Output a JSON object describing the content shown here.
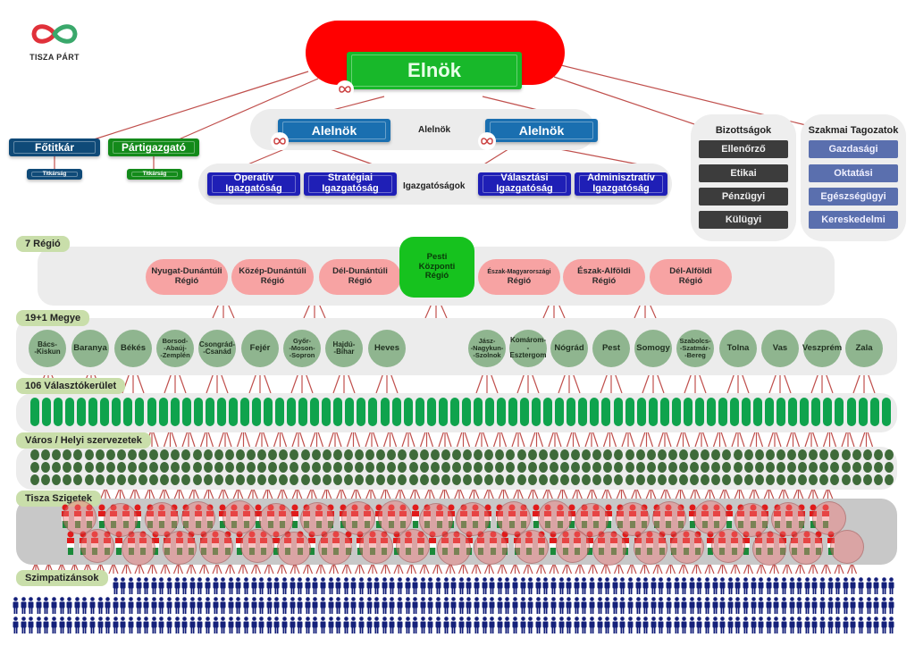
{
  "brand": {
    "name": "TISZA PÁRT",
    "colors": {
      "red": "#e0313a",
      "green": "#3aa86b"
    }
  },
  "top": {
    "president": "Elnök",
    "vice_presidents_label": "Alelnök",
    "vice_presidents": [
      "Alelnök",
      "Alelnök"
    ],
    "secretary_general": "Főtitkár",
    "party_director": "Pártigazgató",
    "secretariat_1": "Titkárság",
    "secretariat_2": "Titkárság",
    "directorates_label": "Igazgatóságok",
    "directorates": [
      {
        "line1": "Operatív",
        "line2": "Igazgatóság"
      },
      {
        "line1": "Stratégiai",
        "line2": "Igazgatóság"
      },
      {
        "line1": "Választási",
        "line2": "Igazgatóság"
      },
      {
        "line1": "Adminisztratív",
        "line2": "Igazgatóság"
      }
    ]
  },
  "committees": {
    "title": "Bizottságok",
    "items": [
      "Ellenőrző",
      "Etikai",
      "Pénzügyi",
      "Külügyi"
    ]
  },
  "professional_sections": {
    "title": "Szakmai Tagozatok",
    "items": [
      "Gazdasági",
      "Oktatási",
      "Egészségügyi",
      "Kereskedelmi"
    ]
  },
  "levels": {
    "regions_label": "7 Régió",
    "counties_label": "19+1 Megye",
    "districts_label": "106 Választókerület",
    "local_label": "Város / Helyi szervezetek",
    "islands_label": "Tisza Szigetek",
    "supporters_label": "Szimpatizánsok"
  },
  "regions": [
    {
      "line1": "Nyugat-Dunántúli",
      "line2": "Régió"
    },
    {
      "line1": "Közép-Dunántúli",
      "line2": "Régió"
    },
    {
      "line1": "Dél-Dunántúli",
      "line2": "Régió"
    },
    {
      "line1": "Pesti",
      "line2": "Központi",
      "line3": "Régió"
    },
    {
      "line1": "Észak-Magyarországi",
      "line2": "Régió"
    },
    {
      "line1": "Észak-Alföldi",
      "line2": "Régió"
    },
    {
      "line1": "Dél-Alföldi",
      "line2": "Régió"
    }
  ],
  "counties": [
    "Bács-\n-Kiskun",
    "Baranya",
    "Békés",
    "Borsod-\n-Abaúj-\n-Zemplén",
    "Csongrád-\n-Csanád",
    "Fejér",
    "Győr-\n-Moson-\n-Sopron",
    "Hajdú-\n-Bihar",
    "Heves",
    "Jász-\n-Nagykun-\n-Szolnok",
    "Komárom-\n-Esztergom",
    "Nógrád",
    "Pest",
    "Somogy",
    "Szabolcs-\n-Szatmár-\n-Bereg",
    "Tolna",
    "Vas",
    "Veszprém",
    "Zala"
  ],
  "colors": {
    "district": "#0fa34d",
    "local": "#3f6b3a",
    "supporter": "#14207a",
    "connector": "#c0504d"
  }
}
